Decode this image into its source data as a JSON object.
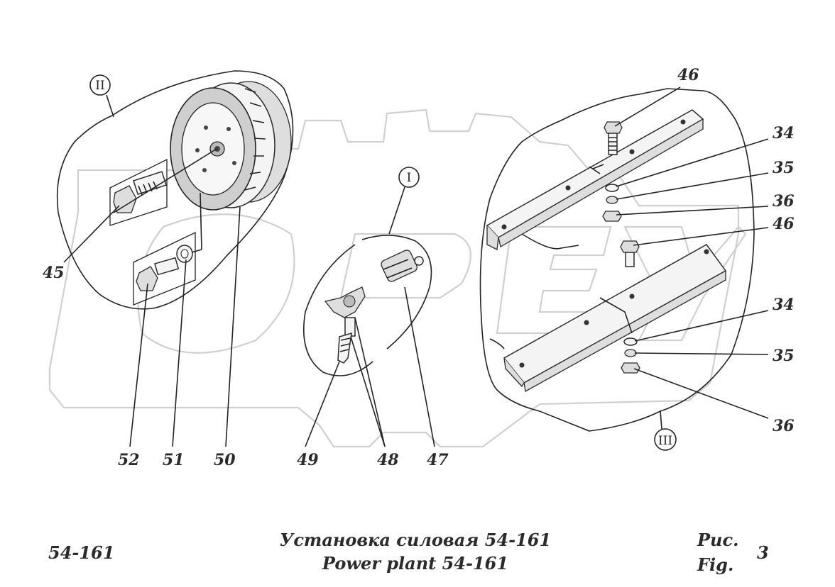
{
  "labels": {
    "callouts": [
      "45",
      "46",
      "34",
      "35",
      "36",
      "46",
      "34",
      "35",
      "36",
      "52",
      "51",
      "50",
      "49",
      "48",
      "47"
    ],
    "views": [
      "II",
      "I",
      "III"
    ]
  },
  "footer": {
    "code": "54-161",
    "title_ru": "Установка силовая 54-161",
    "title_en": "Power plant 54-161",
    "fig_ru": "Рис.",
    "fig_en": "Fig.",
    "fig_number": "3"
  }
}
